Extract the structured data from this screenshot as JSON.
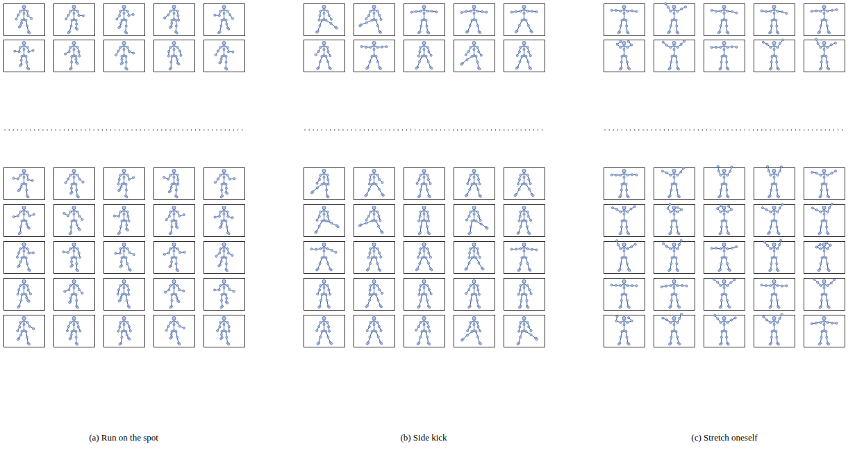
{
  "diagram": {
    "labels": [
      "(a) Run on the spot",
      "(b) Side kick",
      "(c) Stretch oneself"
    ]
  }
}
